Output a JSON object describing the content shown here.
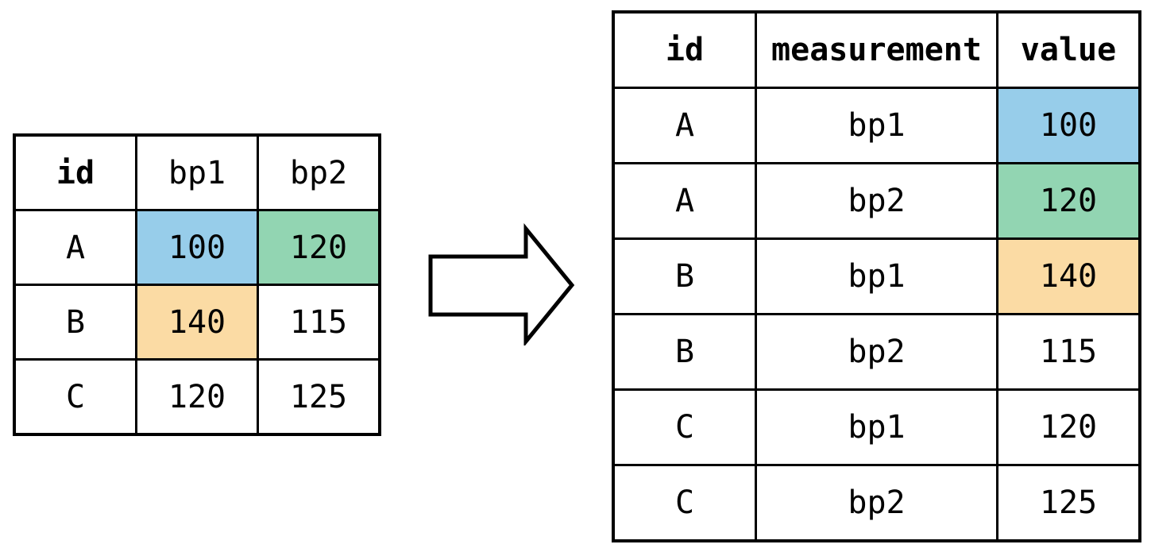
{
  "colors": {
    "highlight_blue": "#97CDEA",
    "highlight_green": "#92D5B2",
    "highlight_orange": "#FBDBA4",
    "table_border": "#000000",
    "background": "#FFFFFF",
    "arrow_fill": "#FFFFFF",
    "arrow_stroke": "#000000"
  },
  "wide_table": {
    "headers": [
      {
        "label": "id",
        "bold": true
      },
      {
        "label": "bp1",
        "bold": false
      },
      {
        "label": "bp2",
        "bold": false
      }
    ],
    "rows": [
      [
        {
          "text": "A",
          "highlight": null
        },
        {
          "text": "100",
          "highlight": "highlight_blue"
        },
        {
          "text": "120",
          "highlight": "highlight_green"
        }
      ],
      [
        {
          "text": "B",
          "highlight": null
        },
        {
          "text": "140",
          "highlight": "highlight_orange"
        },
        {
          "text": "115",
          "highlight": null
        }
      ],
      [
        {
          "text": "C",
          "highlight": null
        },
        {
          "text": "120",
          "highlight": null
        },
        {
          "text": "125",
          "highlight": null
        }
      ]
    ]
  },
  "long_table": {
    "headers": [
      {
        "label": "id",
        "bold": true
      },
      {
        "label": "measurement",
        "bold": true
      },
      {
        "label": "value",
        "bold": true
      }
    ],
    "rows": [
      [
        {
          "text": "A",
          "highlight": null
        },
        {
          "text": "bp1",
          "highlight": null
        },
        {
          "text": "100",
          "highlight": "highlight_blue"
        }
      ],
      [
        {
          "text": "A",
          "highlight": null
        },
        {
          "text": "bp2",
          "highlight": null
        },
        {
          "text": "120",
          "highlight": "highlight_green"
        }
      ],
      [
        {
          "text": "B",
          "highlight": null
        },
        {
          "text": "bp1",
          "highlight": null
        },
        {
          "text": "140",
          "highlight": "highlight_orange"
        }
      ],
      [
        {
          "text": "B",
          "highlight": null
        },
        {
          "text": "bp2",
          "highlight": null
        },
        {
          "text": "115",
          "highlight": null
        }
      ],
      [
        {
          "text": "C",
          "highlight": null
        },
        {
          "text": "bp1",
          "highlight": null
        },
        {
          "text": "120",
          "highlight": null
        }
      ],
      [
        {
          "text": "C",
          "highlight": null
        },
        {
          "text": "bp2",
          "highlight": null
        },
        {
          "text": "125",
          "highlight": null
        }
      ]
    ]
  },
  "arrow": {
    "direction": "right",
    "meaning": "wide-to-long-transform"
  }
}
